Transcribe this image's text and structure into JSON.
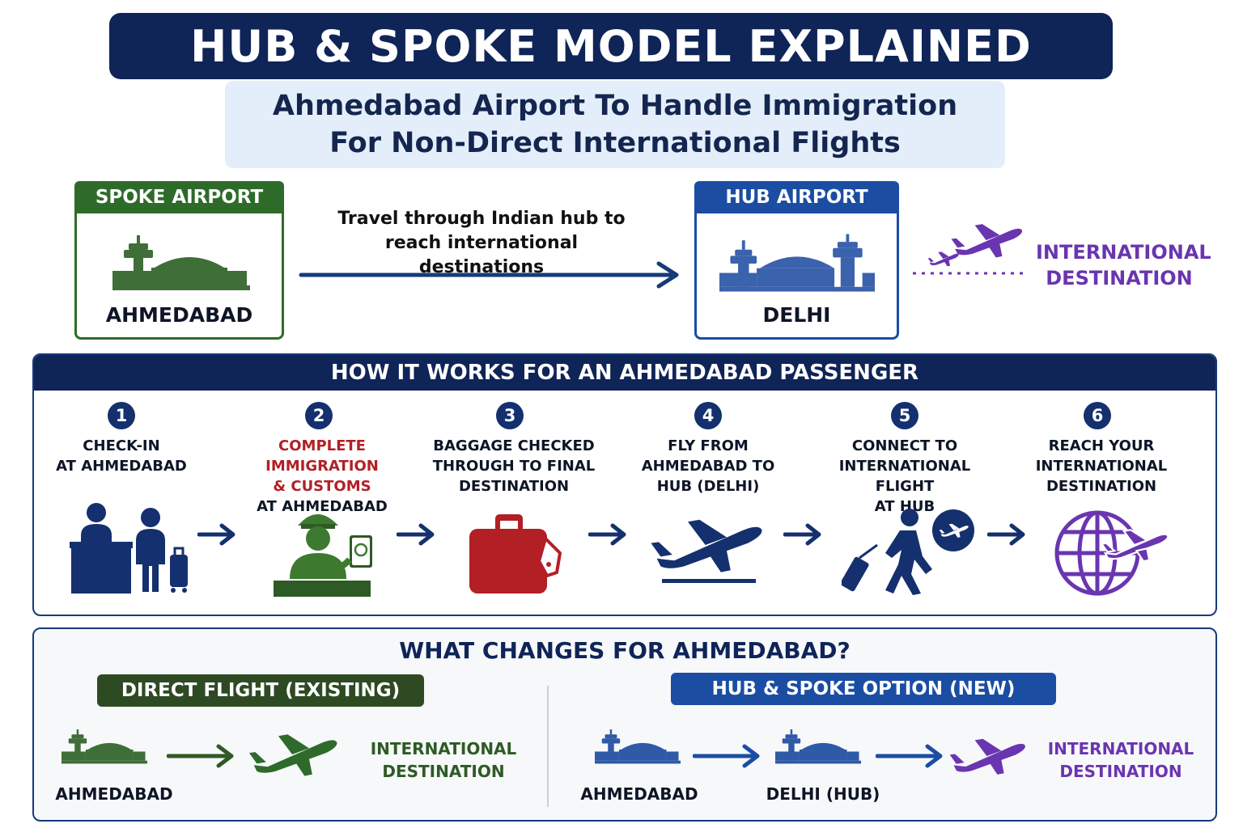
{
  "title": "HUB & SPOKE MODEL EXPLAINED",
  "subtitle": {
    "line1": "Ahmedabad Airport To Handle Immigration",
    "line2": "For Non-Direct International Flights"
  },
  "spoke": {
    "header": "SPOKE AIRPORT",
    "city": "AHMEDABAD",
    "color": "#2e6b2a"
  },
  "hub": {
    "header": "HUB AIRPORT",
    "city": "DELHI",
    "color": "#1b4da3"
  },
  "travel": {
    "line1": "Travel through Indian hub to",
    "line2": "reach international destinations"
  },
  "destination": {
    "line1": "INTERNATIONAL",
    "line2": "DESTINATION",
    "color": "#6a35b0"
  },
  "how": {
    "title": "HOW IT WORKS FOR AN AHMEDABAD PASSENGER",
    "steps": [
      {
        "num": "1",
        "lines": [
          "CHECK-IN",
          "AT AHMEDABAD"
        ],
        "icon": "check-in-desk-icon"
      },
      {
        "num": "2",
        "lines_red": [
          "COMPLETE IMMIGRATION",
          "& CUSTOMS"
        ],
        "lines": [
          "AT AHMEDABAD"
        ],
        "icon": "immigration-officer-icon"
      },
      {
        "num": "3",
        "lines": [
          "BAGGAGE CHECKED",
          "THROUGH TO FINAL",
          "DESTINATION"
        ],
        "icon": "suitcase-icon"
      },
      {
        "num": "4",
        "lines": [
          "FLY FROM",
          "AHMEDABAD TO",
          "HUB (DELHI)"
        ],
        "icon": "plane-takeoff-icon"
      },
      {
        "num": "5",
        "lines": [
          "CONNECT TO",
          "INTERNATIONAL FLIGHT",
          "AT HUB"
        ],
        "icon": "traveler-connect-icon"
      },
      {
        "num": "6",
        "lines": [
          "REACH YOUR",
          "INTERNATIONAL",
          "DESTINATION"
        ],
        "icon": "globe-plane-icon"
      }
    ]
  },
  "changes": {
    "title": "WHAT CHANGES FOR AHMEDABAD?",
    "direct": {
      "label": "DIRECT FLIGHT (EXISTING)",
      "origin": "AHMEDABAD",
      "dest1": "INTERNATIONAL",
      "dest2": "DESTINATION",
      "color": "#2e5a25"
    },
    "hubspoke": {
      "label": "HUB & SPOKE OPTION (NEW)",
      "origin": "AHMEDABAD",
      "via": "DELHI (HUB)",
      "dest1": "INTERNATIONAL",
      "dest2": "DESTINATION",
      "color": "#1b4da3"
    }
  },
  "colors": {
    "navy": "#0f2457",
    "green": "#2e6b2a",
    "blue": "#1b4da3",
    "purple": "#6a35b0",
    "red": "#b21f25"
  }
}
